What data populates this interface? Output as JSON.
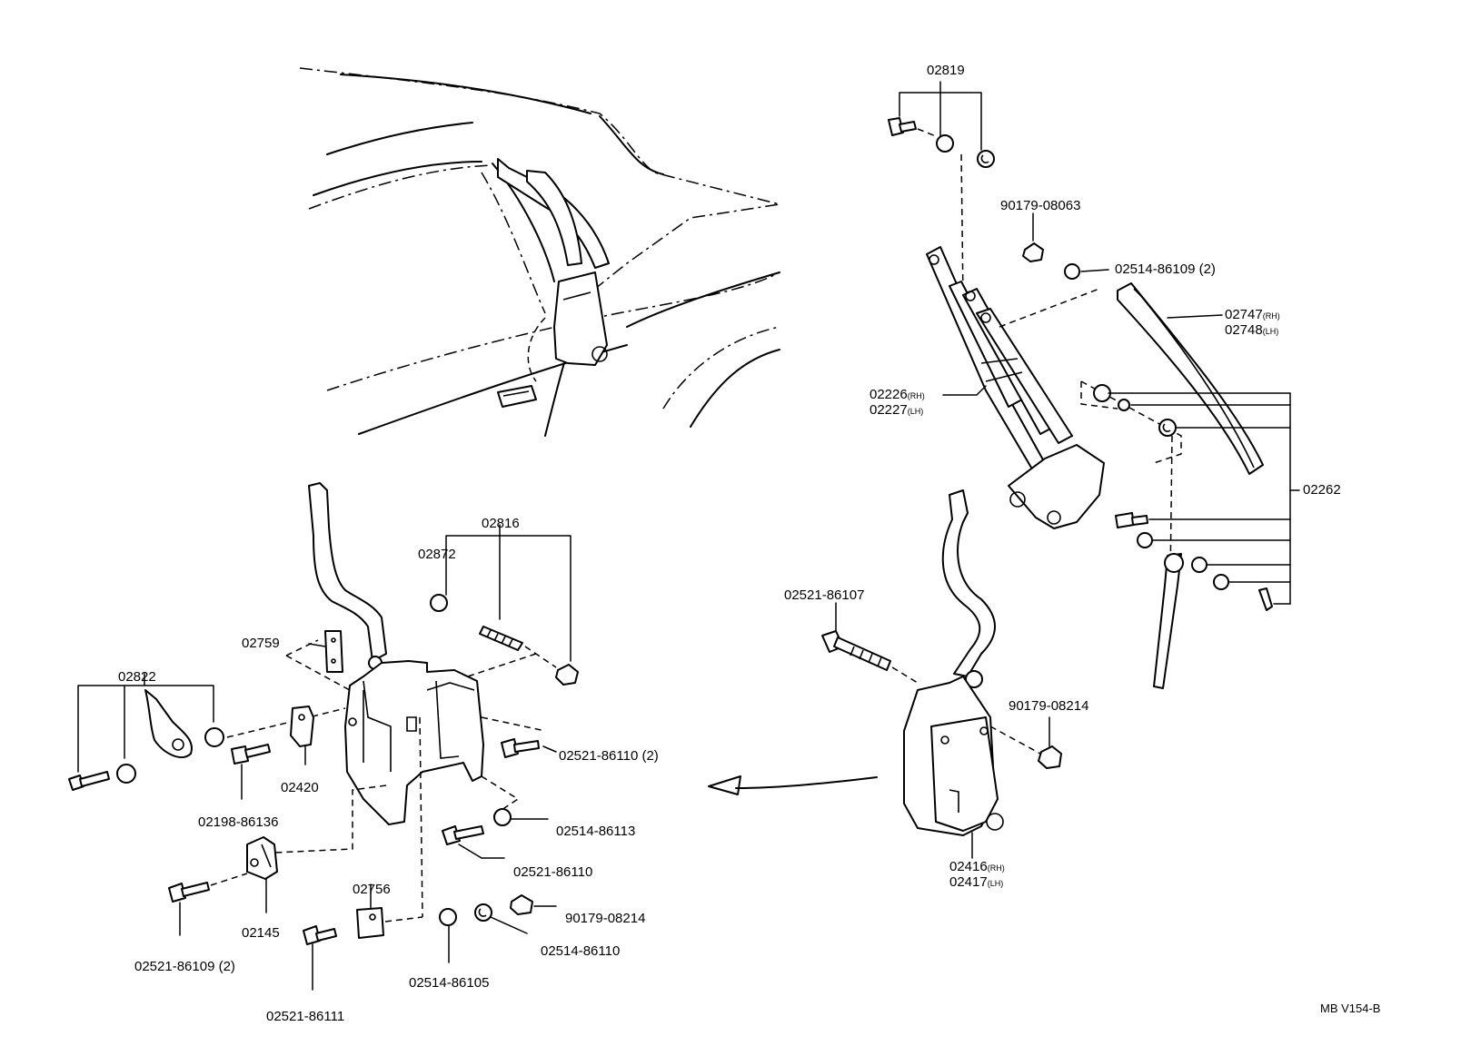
{
  "diagram_code": "MB V154-B",
  "labels": {
    "p02819": "02819",
    "p90179_08063": "90179-08063",
    "p02514_86109": "02514-86109 (2)",
    "p02747": "02747",
    "p02747_side": "(RH)",
    "p02748": "02748",
    "p02748_side": "(LH)",
    "p02226": "02226",
    "p02226_side": "(RH)",
    "p02227": "02227",
    "p02227_side": "(LH)",
    "p02262": "02262",
    "p02521_86107": "02521-86107",
    "p90179_08214_a": "90179-08214",
    "p02416": "02416",
    "p02416_side": "(RH)",
    "p02417": "02417",
    "p02417_side": "(LH)",
    "p02816": "02816",
    "p02872": "02872",
    "p02759": "02759",
    "p02822": "02822",
    "p02420": "02420",
    "p02198_86136": "02198-86136",
    "p02521_86110_2": "02521-86110 (2)",
    "p02514_86113": "02514-86113",
    "p02521_86110": "02521-86110",
    "p02145": "02145",
    "p02521_86109_2": "02521-86109 (2)",
    "p02756": "02756",
    "p90179_08214_b": "90179-08214",
    "p02514_86110": "02514-86110",
    "p02514_86105": "02514-86105",
    "p02521_86111": "02521-86111"
  }
}
